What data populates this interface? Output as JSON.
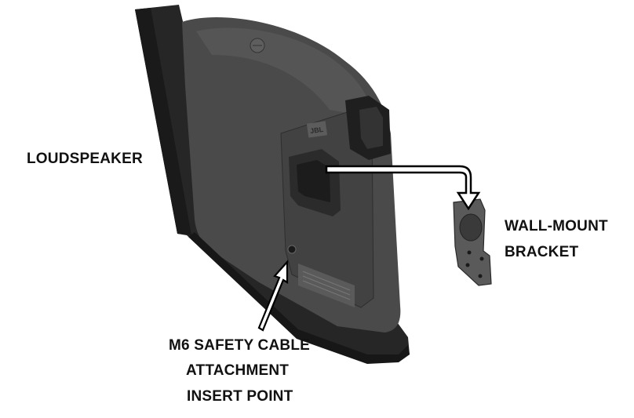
{
  "labels": {
    "loudspeaker": "LOUDSPEAKER",
    "bracket_line1": "WALL-MOUNT",
    "bracket_line2": "BRACKET",
    "cable_line1": "M6 SAFETY CABLE",
    "cable_line2": "ATTACHMENT",
    "cable_line3": "INSERT POINT"
  },
  "logo_text": "JBL",
  "colors": {
    "speaker_body": "#3c3c3c",
    "speaker_back": "#4a4a4a",
    "speaker_dark": "#1e1e1e",
    "bracket": "#5a5a5a",
    "arrow_fill": "#ffffff",
    "arrow_stroke": "#000000"
  }
}
